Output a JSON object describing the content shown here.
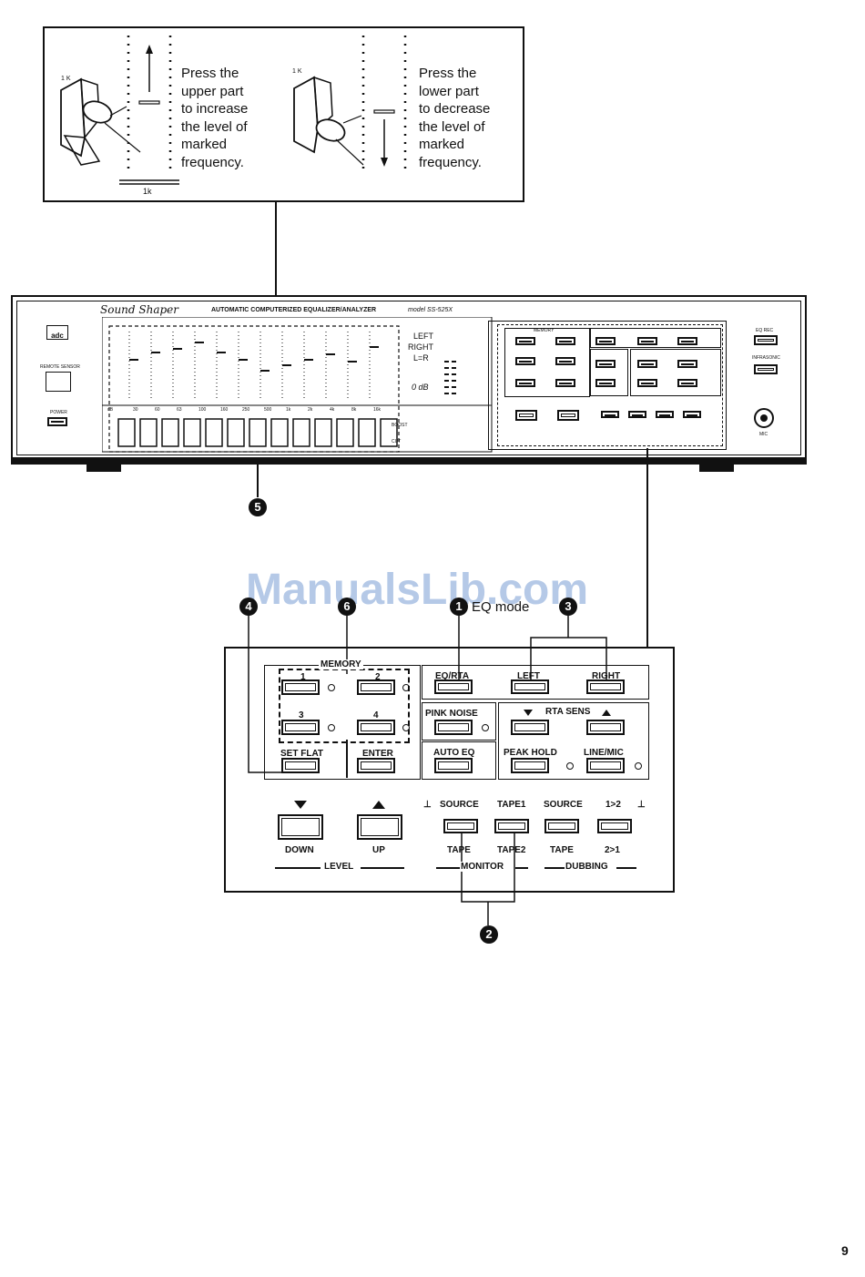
{
  "instruction_up": [
    "Press the",
    "upper part",
    "to increase",
    "the level of",
    "marked",
    "frequency."
  ],
  "instruction_down": [
    "Press the",
    "lower part",
    "to decrease",
    "the level of",
    "marked",
    "frequency."
  ],
  "slider_label_1k_top": "1 K",
  "slider_label_1k_bottom": "1k",
  "device": {
    "brand": "Sound Shaper",
    "title": "AUTOMATIC COMPUTERIZED EQUALIZER/ANALYZER",
    "model": "model SS-525X",
    "logo": "adc",
    "left_labels": [
      "REMOTE SENSOR",
      "POWER"
    ],
    "right_labels": [
      "EQ REC",
      "INFRASONIC",
      "MIC"
    ],
    "bands": [
      "dB",
      "30",
      "60",
      "63",
      "100",
      "160",
      "250",
      "500",
      "1k",
      "2k",
      "4k",
      "8k",
      "16k"
    ],
    "display_channel": [
      "LEFT",
      "RIGHT",
      "L=R"
    ],
    "display_db": "0 dB",
    "boost": "BOOST",
    "cut": "CUT",
    "memory": "MEMORY",
    "small_buttons": [
      "1",
      "2",
      "3",
      "4",
      "SET FLAT",
      "ENTER",
      "EQ/RTA",
      "LEFT",
      "RIGHT",
      "PINK NOISE",
      "RTA SENS",
      "AUTO EQ",
      "PEAK HOLD",
      "LINE/MIC"
    ],
    "small_bottom": [
      "DOWN",
      "UP",
      "SOURCE",
      "TAPE1",
      "SOURCE",
      "1>2",
      "TAPE",
      "TAPE2",
      "TAPE",
      "2>1",
      "LEVEL",
      "MONITOR",
      "DUBBING"
    ]
  },
  "callouts": {
    "five": "5",
    "four": "4",
    "six": "6",
    "one": "1",
    "eq_mode": "EQ mode",
    "three": "3",
    "two": "2"
  },
  "watermark": "ManualsLib.com",
  "panel": {
    "memory": "MEMORY",
    "btn_1": "1",
    "btn_2": "2",
    "btn_3": "3",
    "btn_4": "4",
    "set_flat": "SET FLAT",
    "enter": "ENTER",
    "eq_rta": "EQ/RTA",
    "left": "LEFT",
    "right": "RIGHT",
    "pink_noise": "PINK NOISE",
    "rta_sens": "RTA SENS",
    "auto_eq": "AUTO EQ",
    "peak_hold": "PEAK HOLD",
    "line_mic": "LINE/MIC",
    "down": "DOWN",
    "up": "UP",
    "source1": "SOURCE",
    "tape1": "TAPE1",
    "source2": "SOURCE",
    "dub12": "1>2",
    "tape_a": "TAPE",
    "tape2": "TAPE2",
    "tape_b": "TAPE",
    "dub21": "2>1",
    "level": "LEVEL",
    "monitor": "MONITOR",
    "dubbing": "DUBBING"
  },
  "page_number": "9"
}
